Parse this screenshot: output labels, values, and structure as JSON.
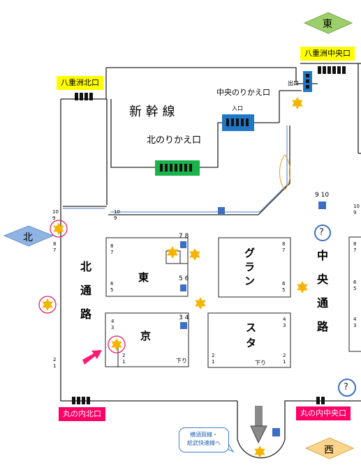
{
  "compass": {
    "east": "東",
    "north": "北",
    "west": "西"
  },
  "exits": {
    "yaesu_north": "八重洲北口",
    "yaesu_central": "八重洲中央口",
    "marunouchi_north": "丸の内北口",
    "marunouchi_central": "丸の内中央口"
  },
  "shinkansen": {
    "label": "新 幹 線",
    "north_transfer": "北のりかえ口",
    "central_transfer": "中央のりかえ口",
    "entrance": "入口",
    "exit": "出口"
  },
  "passages": {
    "north": [
      "北",
      "通",
      "路"
    ],
    "central": [
      "中",
      "央",
      "通",
      "路"
    ]
  },
  "blocks": {
    "east": "東",
    "kyo": "京",
    "guran": [
      "グ",
      "ラ",
      "ン"
    ],
    "suta": [
      "ス",
      "タ"
    ],
    "down": "下り"
  },
  "tracks": {
    "t10_9": [
      "10",
      "9"
    ],
    "t8_7": [
      "8",
      "7"
    ],
    "t6_5": [
      "6",
      "5"
    ],
    "t4_3": [
      "4",
      "3"
    ],
    "t2_1": [
      "2",
      "1"
    ],
    "p78": "7 8",
    "p56": "5 6",
    "p34": "3 4",
    "p910": "9 10"
  },
  "info_mark": "?",
  "callout": [
    "横須賀線・",
    "総武快速線へ"
  ],
  "colors": {
    "yellow_tag": "#ffff00",
    "pink_tag": "#ff0066",
    "green_compass": "#9ccf6a",
    "blue_compass": "#8fb4e3",
    "orange_compass": "#fcd48c",
    "star": "#f5b400",
    "gate_blue": "#1f77c8",
    "gate_green": "#19b24b",
    "marker_blue": "#3c6fc4"
  }
}
